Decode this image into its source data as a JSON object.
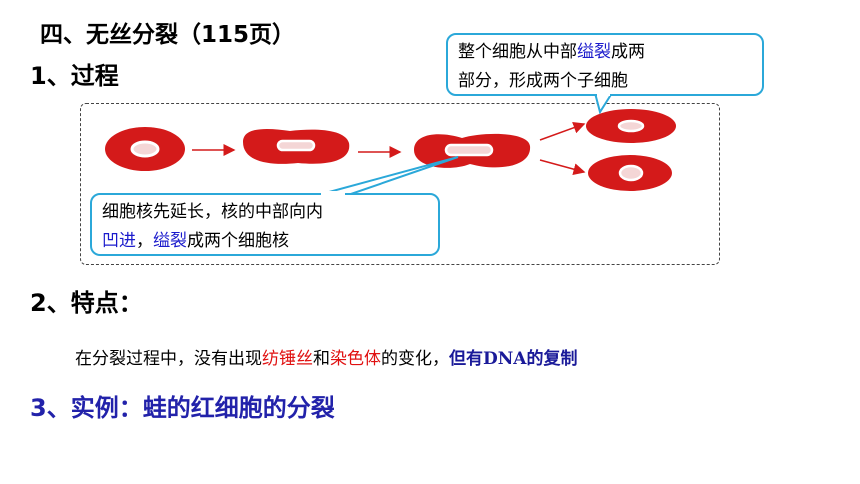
{
  "section_title": "四、无丝分裂（115页）",
  "process_heading": "1、过程",
  "callout_top": {
    "part1": "整个细胞从中部",
    "highlight": "缢裂",
    "part2": "成两",
    "line2": "部分，形成两个子细胞"
  },
  "callout_bottom": {
    "line1": "细胞核先延长，核的中部向内",
    "highlight1": "凹进",
    "sep": "，",
    "highlight2": "缢裂",
    "part2": "成两个细胞核"
  },
  "features_heading": "2、特点：",
  "features_text": {
    "part1": "在分裂过程中，没有出现",
    "red1": "纺锤丝",
    "and": "和",
    "red2": "染色体",
    "part2": "的变化，",
    "blue": "但有DNA的复制"
  },
  "example_heading": "3、实例：蛙的红细胞的分裂",
  "colors": {
    "cell_red": "#d41a1a",
    "callout_border": "#2ba8d9",
    "highlight_blue": "#1a1acc",
    "highlight_red": "#e01010",
    "example_blue": "#2222aa"
  }
}
